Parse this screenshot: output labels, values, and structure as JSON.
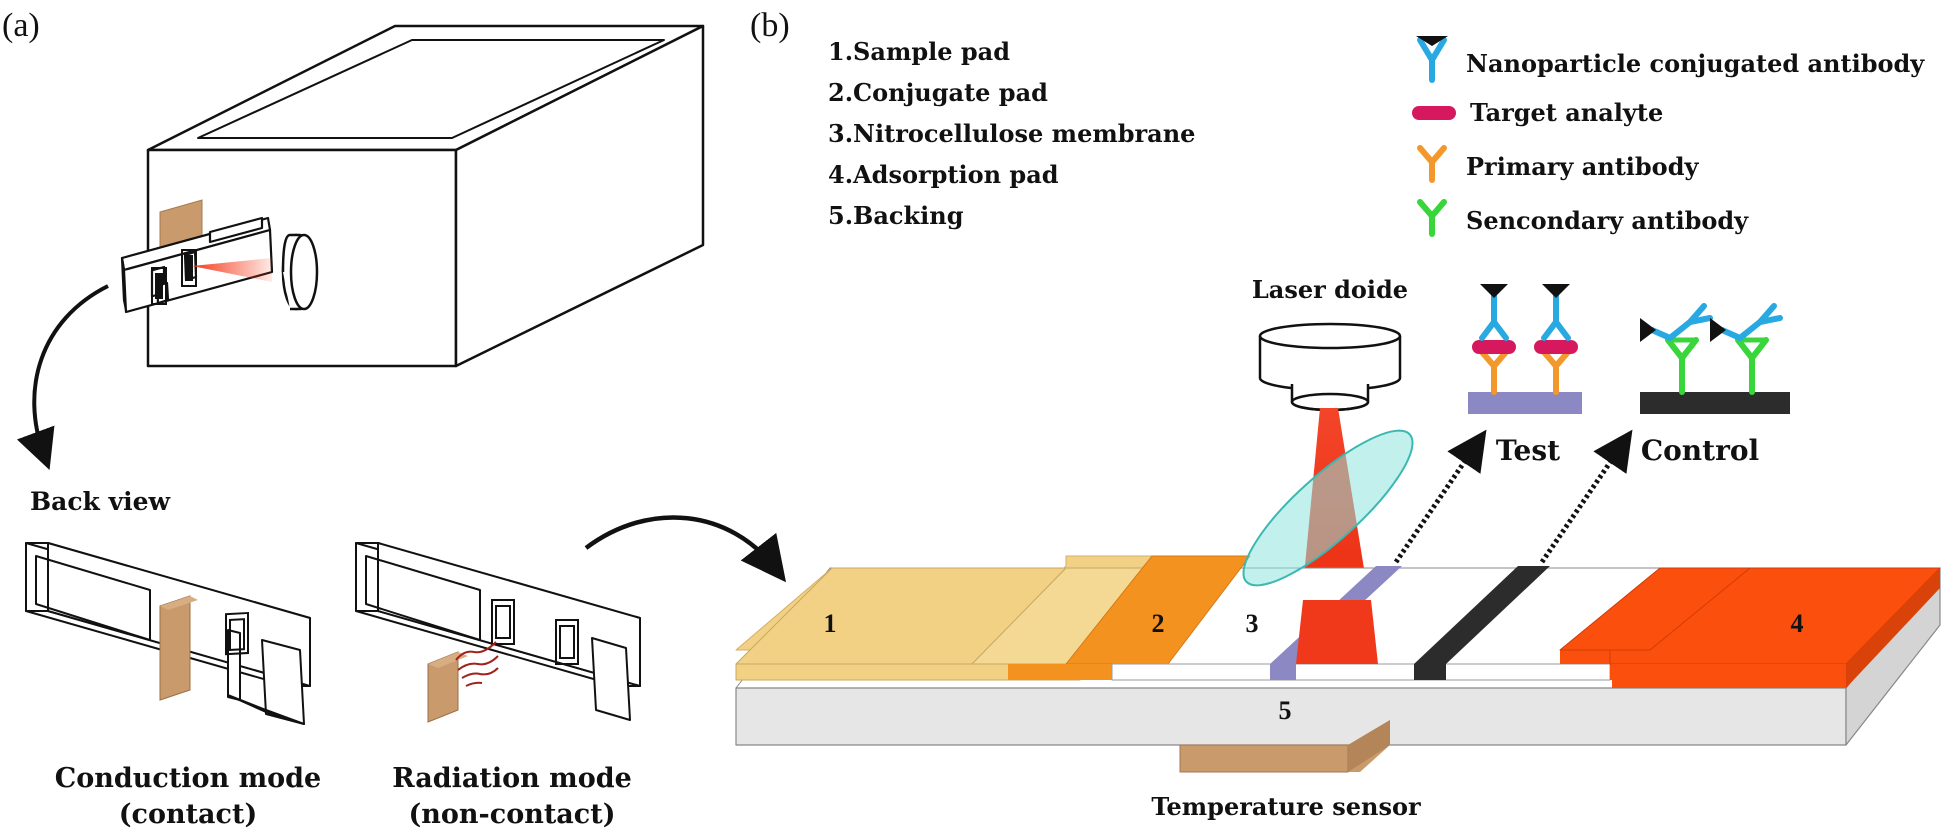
{
  "panels": {
    "a": "(a)",
    "b": "(b)"
  },
  "panel_a": {
    "back_view": "Back view",
    "conduction": {
      "line1": "Conduction mode",
      "line2": "(contact)"
    },
    "radiation": {
      "line1": "Radiation mode",
      "line2": "(non-contact)"
    }
  },
  "components": [
    "1.Sample pad",
    "2.Conjugate pad",
    "3.Nitrocellulose membrane",
    "4.Adsorption pad",
    "5.Backing"
  ],
  "legend": [
    {
      "label": "Nanoparticle conjugated antibody",
      "icon": "blue-y-black-tip-icon",
      "color": "#29a9e1"
    },
    {
      "label": "Target analyte",
      "icon": "magenta-bar-icon",
      "color": "#d6195e"
    },
    {
      "label": "Primary antibody",
      "icon": "orange-y-icon",
      "color": "#f2982c"
    },
    {
      "label": "Sencondary antibody",
      "icon": "green-y-icon",
      "color": "#39d63b"
    }
  ],
  "strip_numbers": {
    "n1": "1",
    "n2": "2",
    "n3": "3",
    "n4": "4",
    "n5": "5"
  },
  "labels": {
    "laser": "Laser doide",
    "test": "Test",
    "control": "Control",
    "sensor": "Temperature sensor"
  },
  "colors": {
    "sample_pad": "#f2d184",
    "conjugate_pad": "#f3921f",
    "adsorption_pad": "#fb4f0e",
    "backing": "#e6e6e6",
    "test_line": "#8c88c4",
    "control_line": "#2c2c2c",
    "laser": "#f53a1c",
    "lens": "#8ee3df",
    "sensor": "#c89a6c"
  }
}
